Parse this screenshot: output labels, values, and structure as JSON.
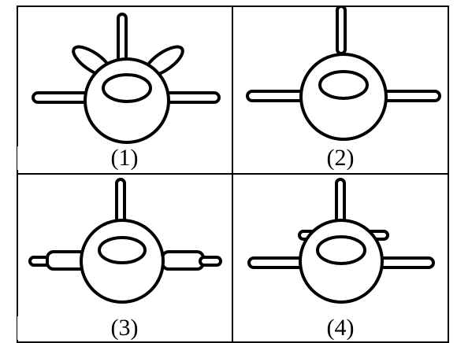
{
  "figure": {
    "panels": [
      {
        "id": "panel-1",
        "label": "(1)",
        "variant": "angled-side-struts"
      },
      {
        "id": "panel-2",
        "label": "(2)",
        "variant": "plain-wings"
      },
      {
        "id": "panel-3",
        "label": "(3)",
        "variant": "wing-mounted-pods"
      },
      {
        "id": "panel-4",
        "label": "(4)",
        "variant": "short-top-bar"
      }
    ],
    "line_color": "#000000",
    "background": "#ffffff"
  }
}
